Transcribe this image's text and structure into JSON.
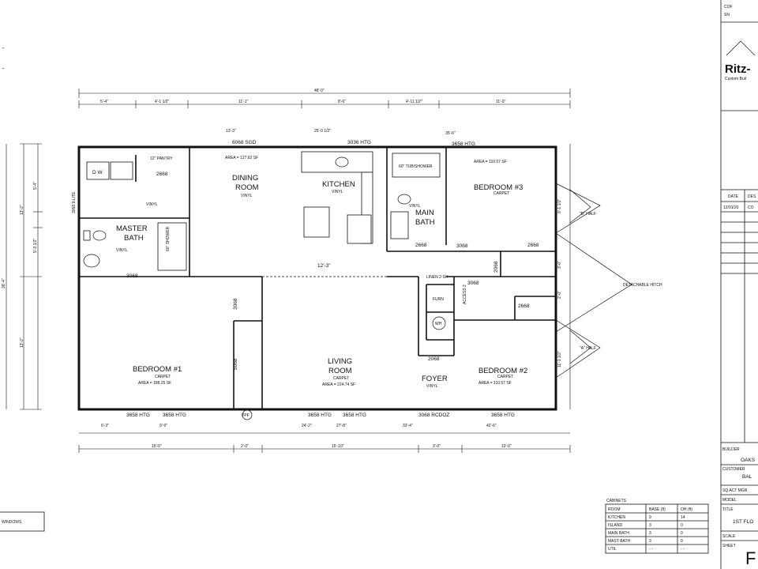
{
  "arrows": [
    "→",
    "→"
  ],
  "legend": {
    "windows_label": "WINDOWS"
  },
  "dimensions": {
    "overall_top": "48'-0\"",
    "top_row": [
      "5'-4\"",
      "4'-1 1/2\"",
      "11'-1\"",
      "8'-6\"",
      "4'-11 1/2\"",
      "11'-0\""
    ],
    "top_sub": [
      "13'-3\"",
      "25'-0 1/2\"",
      "35'-6\""
    ],
    "bottom_sub": [
      "6'-3\"",
      "9'-9\"",
      "24'-2\"",
      "27'-8\"",
      "33'-4\"",
      "42'-6\""
    ],
    "bottom_row": [
      "15'-0\"",
      "2'-0\"",
      "15'-10\"",
      "3'-0\"",
      "10'-0\""
    ],
    "left_row": [
      "5'-4\"",
      "13'-2\"",
      "5'-3 1/2\"",
      "13'-2\""
    ],
    "left_overall": "26'-4\"",
    "right_row": [
      "9'-1 1/2\"",
      "3'-0\"",
      "2'-0\"",
      "11'-1 1/2\""
    ],
    "hall": "12'-3\""
  },
  "rooms": {
    "master": {
      "name": "MASTER",
      "name2": "BATH",
      "floor": "VINYL"
    },
    "laundry": {
      "floor": "VINYL"
    },
    "dining": {
      "name": "DINING",
      "name2": "ROOM",
      "floor": "VINYL"
    },
    "kitchen": {
      "name": "KITCHEN",
      "floor": "VINYL"
    },
    "main_bath": {
      "name": "MAIN",
      "name2": "BATH",
      "floor": "VINYL"
    },
    "bedroom3": {
      "name": "BEDROOM #3",
      "floor": "CARPET"
    },
    "bedroom1": {
      "name": "BEDROOM #1",
      "floor": "CARPET"
    },
    "living": {
      "name": "LIVING",
      "name2": "ROOM",
      "floor": "CARPET"
    },
    "foyer": {
      "name": "FOYER",
      "floor": "VINYL"
    },
    "bedroom2": {
      "name": "BEDROOM #2",
      "floor": "CARPET"
    }
  },
  "labels": {
    "dw": "D  W",
    "pantry": "12\" PANTRY",
    "d2668": "2668",
    "sgd": "6068 SGD",
    "htg_top1": "3036 HTG",
    "htg_top2": "3658 HTG",
    "tub": "60\" TUB/SHOWER",
    "d3068a": "3068",
    "d3068b": "3068",
    "d3068c": "3068",
    "d2668b": "2668",
    "d2668c": "2668",
    "d2068": "2068",
    "d2668d": "2668",
    "d3068d": "3068",
    "d5068": "5068",
    "d2068b": "2068",
    "furn": "FURN",
    "wh": "WH",
    "wh_sub": "ACCESS 2",
    "ptd": "3058 9-LITE",
    "shower": "60\" SHOWER",
    "htg_b1": "3658 HTG",
    "htg_b2": "3658 HTG",
    "htg_b3": "3658 HTG",
    "htg_b4": "3658 HTG",
    "rcdoz": "3068 RCDOZ",
    "htg_b5": "3658 HTG",
    "b_half": "\"B\" HALF",
    "a_half": "\"A\" HALF",
    "hitch": "DETACHABLE HITCH",
    "ppf": "PPF",
    "linen": "LINEN 2-SH",
    "area_b3": "AREA = 110.57 SF",
    "area_b1": "AREA = 188.25 SF",
    "area_lr": "AREA = 224.74 SF",
    "area_b2": "AREA = 110.57 SF",
    "area_dr": "AREA = 127.62 SF"
  },
  "title_block": {
    "cof": "COF",
    "sn": "SN",
    "brand": "Ritz-",
    "brand_sub": "Custom Buil",
    "date_hdr": "DATE",
    "desc_hdr": "DES",
    "date_val": "12/01/20",
    "desc_val": "CO",
    "builder_lbl": "BUILDER",
    "builder_val": "OAKS",
    "customer_lbl": "CUSTOMER",
    "customer_val": "BAL",
    "sales_lbl": "SQ ACT MGR",
    "model_lbl": "MODEL",
    "title_lbl": "TITLE",
    "title_val": "1ST FLO",
    "scale_lbl": "SCALE",
    "sheet_lbl": "SHEET",
    "sheet_val": "F"
  },
  "cabinets": {
    "heading": "CABINETS",
    "headers": [
      "ROOM",
      "BASE (ft)",
      "OH (ft)"
    ],
    "rows": [
      [
        "KITCHEN",
        "9",
        "14"
      ],
      [
        "ISLAND",
        "3",
        "0"
      ],
      [
        "MAIN BATH",
        "3",
        "0"
      ],
      [
        "MAST BATH",
        "3",
        "0"
      ],
      [
        "UTIL",
        "- -",
        "- -"
      ]
    ]
  }
}
